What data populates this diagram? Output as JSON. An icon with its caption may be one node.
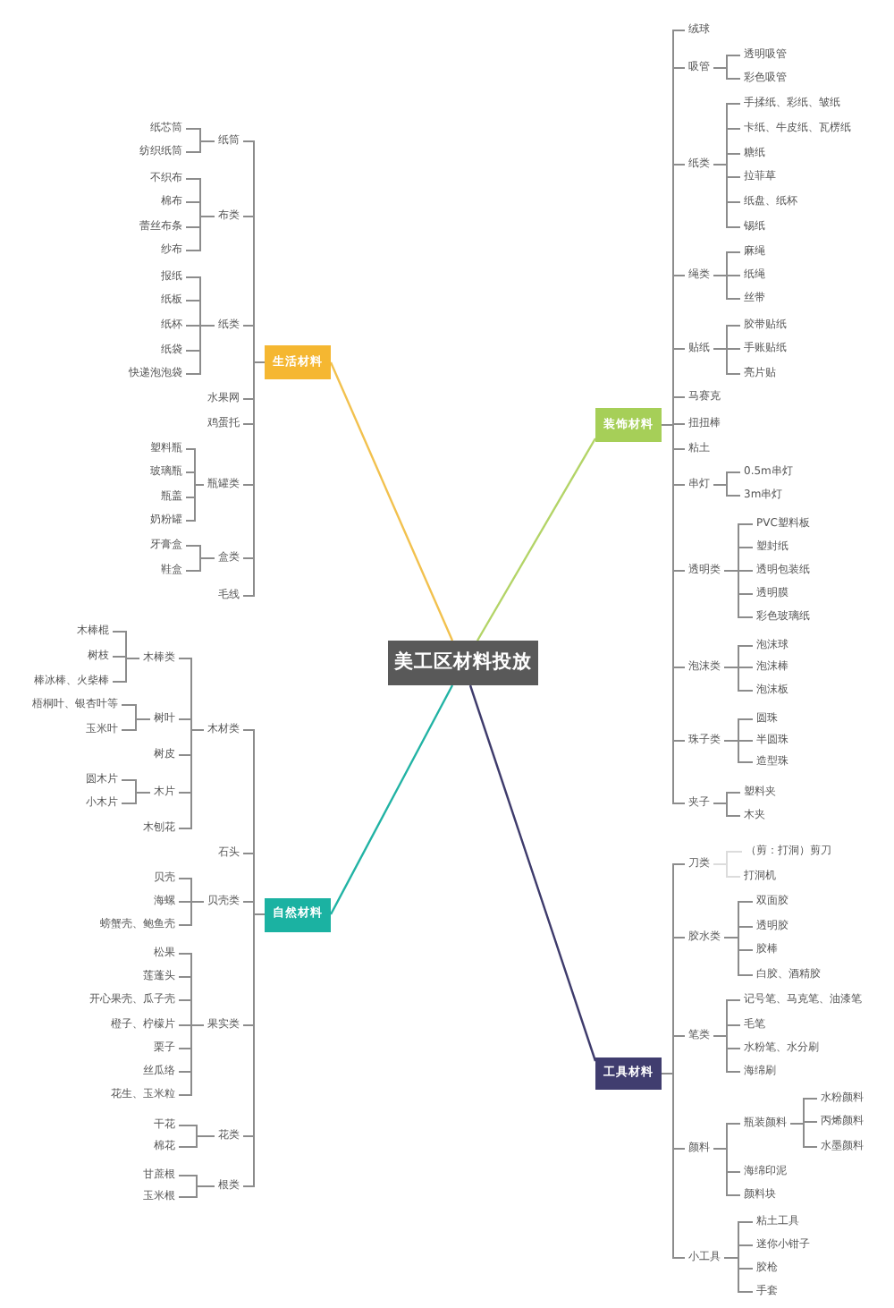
{
  "diagram": {
    "nodes": [
      {
        "text": [
          "美工区材料投放"
        ]
      },
      {
        "text": [
          "生活材料"
        ]
      },
      {
        "text": [
          "纸筒"
        ]
      },
      {
        "text": [
          "纸芯筒"
        ]
      },
      {
        "text": [
          "纺织纸筒"
        ]
      },
      {
        "text": [
          "布类"
        ]
      },
      {
        "text": [
          "不织布"
        ]
      },
      {
        "text": [
          "棉布"
        ]
      },
      {
        "text": [
          "蕾丝布条"
        ]
      },
      {
        "text": [
          "纱布"
        ]
      },
      {
        "text": [
          "纸类"
        ]
      },
      {
        "text": [
          "报纸"
        ]
      },
      {
        "text": [
          "纸板"
        ]
      },
      {
        "text": [
          "纸杯"
        ]
      },
      {
        "text": [
          "纸袋"
        ]
      },
      {
        "text": [
          "快递泡泡袋"
        ]
      },
      {
        "text": [
          "水果网"
        ]
      },
      {
        "text": [
          "鸡蛋托"
        ]
      },
      {
        "text": [
          "瓶罐类"
        ]
      },
      {
        "text": [
          "塑料瓶"
        ]
      },
      {
        "text": [
          "玻璃瓶"
        ]
      },
      {
        "text": [
          "瓶盖"
        ]
      },
      {
        "text": [
          "奶粉罐"
        ]
      },
      {
        "text": [
          "盒类"
        ]
      },
      {
        "text": [
          "牙膏盒"
        ]
      },
      {
        "text": [
          "鞋盒"
        ]
      },
      {
        "text": [
          "毛线"
        ]
      },
      {
        "text": [
          "自然材料"
        ]
      },
      {
        "text": [
          "木材类"
        ]
      },
      {
        "text": [
          "木棒类"
        ]
      },
      {
        "text": [
          "木棒棍"
        ]
      },
      {
        "text": [
          "树枝"
        ]
      },
      {
        "text": [
          "棒冰棒、火柴棒"
        ]
      },
      {
        "text": [
          "树叶"
        ]
      },
      {
        "text": [
          "梧桐叶、银杏叶等"
        ]
      },
      {
        "text": [
          "玉米叶"
        ]
      },
      {
        "text": [
          "树皮"
        ]
      },
      {
        "text": [
          "木片"
        ]
      },
      {
        "text": [
          "圆木片"
        ]
      },
      {
        "text": [
          "小木片"
        ]
      },
      {
        "text": [
          "木刨花"
        ]
      },
      {
        "text": [
          "石头"
        ]
      },
      {
        "text": [
          "贝壳类"
        ]
      },
      {
        "text": [
          "贝壳"
        ]
      },
      {
        "text": [
          "海螺"
        ]
      },
      {
        "text": [
          "螃蟹壳、鲍鱼壳"
        ]
      },
      {
        "text": [
          "果实类"
        ]
      },
      {
        "text": [
          "松果"
        ]
      },
      {
        "text": [
          "莲蓬头"
        ]
      },
      {
        "text": [
          "开心果壳、瓜子壳"
        ]
      },
      {
        "text": [
          "橙子、柠檬片"
        ]
      },
      {
        "text": [
          "栗子"
        ]
      },
      {
        "text": [
          "丝瓜络"
        ]
      },
      {
        "text": [
          "花生、玉米粒"
        ]
      },
      {
        "text": [
          "花类"
        ]
      },
      {
        "text": [
          "干花"
        ]
      },
      {
        "text": [
          "棉花"
        ]
      },
      {
        "text": [
          "根类"
        ]
      },
      {
        "text": [
          "甘蔗根"
        ]
      },
      {
        "text": [
          "玉米根"
        ]
      },
      {
        "text": [
          "装饰材料"
        ]
      },
      {
        "text": [
          "绒球"
        ]
      },
      {
        "text": [
          "吸管"
        ]
      },
      {
        "text": [
          "透明吸管"
        ]
      },
      {
        "text": [
          "彩色吸管"
        ]
      },
      {
        "text": [
          "纸类"
        ]
      },
      {
        "text": [
          "手揉纸、彩纸、皱纸"
        ]
      },
      {
        "text": [
          "卡纸、牛皮纸、瓦楞纸"
        ]
      },
      {
        "text": [
          "糖纸"
        ]
      },
      {
        "text": [
          "拉菲草"
        ]
      },
      {
        "text": [
          "纸盘、纸杯"
        ]
      },
      {
        "text": [
          "锡纸"
        ]
      },
      {
        "text": [
          "绳类"
        ]
      },
      {
        "text": [
          "麻绳"
        ]
      },
      {
        "text": [
          "纸绳"
        ]
      },
      {
        "text": [
          "丝带"
        ]
      },
      {
        "text": [
          "贴纸"
        ]
      },
      {
        "text": [
          "胶带贴纸"
        ]
      },
      {
        "text": [
          "手账贴纸"
        ]
      },
      {
        "text": [
          "亮片贴"
        ]
      },
      {
        "text": [
          "马赛克"
        ]
      },
      {
        "text": [
          "扭扭棒"
        ]
      },
      {
        "text": [
          "粘土"
        ]
      },
      {
        "text": [
          "串灯"
        ]
      },
      {
        "text": [
          "0.5m串灯"
        ]
      },
      {
        "text": [
          "3m串灯"
        ]
      },
      {
        "text": [
          "透明类"
        ]
      },
      {
        "text": [
          "PVC塑料板"
        ]
      },
      {
        "text": [
          "塑封纸"
        ]
      },
      {
        "text": [
          "透明包装纸"
        ]
      },
      {
        "text": [
          "透明膜"
        ]
      },
      {
        "text": [
          "彩色玻璃纸"
        ]
      },
      {
        "text": [
          "泡沫类"
        ]
      },
      {
        "text": [
          "泡沫球"
        ]
      },
      {
        "text": [
          "泡沫棒"
        ]
      },
      {
        "text": [
          "泡沫板"
        ]
      },
      {
        "text": [
          "珠子类"
        ]
      },
      {
        "text": [
          "圆珠"
        ]
      },
      {
        "text": [
          "半圆珠"
        ]
      },
      {
        "text": [
          "造型珠"
        ]
      },
      {
        "text": [
          "夹子"
        ]
      },
      {
        "text": [
          "塑料夹"
        ]
      },
      {
        "text": [
          "木夹"
        ]
      },
      {
        "text": [
          "工具材料"
        ]
      },
      {
        "text": [
          "刀类"
        ]
      },
      {
        "text": [
          "（剪：打洞）剪刀"
        ]
      },
      {
        "text": [
          "打洞机"
        ]
      },
      {
        "text": [
          "胶水类"
        ]
      },
      {
        "text": [
          "双面胶"
        ]
      },
      {
        "text": [
          "透明胶"
        ]
      },
      {
        "text": [
          "胶棒"
        ]
      },
      {
        "text": [
          "白胶、酒精胶"
        ]
      },
      {
        "text": [
          "笔类"
        ]
      },
      {
        "text": [
          "记号笔、马克笔、油漆笔"
        ]
      },
      {
        "text": [
          "毛笔"
        ]
      },
      {
        "text": [
          "水粉笔、水分刷"
        ]
      },
      {
        "text": [
          "海绵刷"
        ]
      },
      {
        "text": [
          "颜料"
        ]
      },
      {
        "text": [
          "瓶装颜料"
        ]
      },
      {
        "text": [
          "水粉颜料"
        ]
      },
      {
        "text": [
          "丙烯颜料"
        ]
      },
      {
        "text": [
          "水墨颜料"
        ]
      },
      {
        "text": [
          "海绵印泥"
        ]
      },
      {
        "text": [
          "颜料块"
        ]
      },
      {
        "text": [
          "小工具"
        ]
      },
      {
        "text": [
          "粘土工具"
        ]
      },
      {
        "text": [
          "迷你小钳子"
        ]
      },
      {
        "text": [
          "胶枪"
        ]
      },
      {
        "text": [
          "手套"
        ]
      }
    ],
    "edges": [
      {
        "from": 0,
        "to": 1,
        "arrow": "none",
        "color": "#f2c14e"
      },
      {
        "from": 1,
        "to": 2,
        "arrow": "none"
      },
      {
        "from": 2,
        "to": 3,
        "arrow": "none"
      },
      {
        "from": 2,
        "to": 4,
        "arrow": "none"
      },
      {
        "from": 1,
        "to": 5,
        "arrow": "none"
      },
      {
        "from": 5,
        "to": 6,
        "arrow": "none"
      },
      {
        "from": 5,
        "to": 7,
        "arrow": "none"
      },
      {
        "from": 5,
        "to": 8,
        "arrow": "none"
      },
      {
        "from": 5,
        "to": 9,
        "arrow": "none"
      },
      {
        "from": 1,
        "to": 10,
        "arrow": "none"
      },
      {
        "from": 10,
        "to": 11,
        "arrow": "none"
      },
      {
        "from": 10,
        "to": 12,
        "arrow": "none"
      },
      {
        "from": 10,
        "to": 13,
        "arrow": "none"
      },
      {
        "from": 10,
        "to": 14,
        "arrow": "none"
      },
      {
        "from": 10,
        "to": 15,
        "arrow": "none"
      },
      {
        "from": 1,
        "to": 16,
        "arrow": "none"
      },
      {
        "from": 1,
        "to": 17,
        "arrow": "none"
      },
      {
        "from": 1,
        "to": 18,
        "arrow": "none"
      },
      {
        "from": 18,
        "to": 19,
        "arrow": "none"
      },
      {
        "from": 18,
        "to": 20,
        "arrow": "none"
      },
      {
        "from": 18,
        "to": 21,
        "arrow": "none"
      },
      {
        "from": 18,
        "to": 22,
        "arrow": "none"
      },
      {
        "from": 1,
        "to": 23,
        "arrow": "none"
      },
      {
        "from": 23,
        "to": 24,
        "arrow": "none"
      },
      {
        "from": 23,
        "to": 25,
        "arrow": "none"
      },
      {
        "from": 1,
        "to": 26,
        "arrow": "none"
      },
      {
        "from": 0,
        "to": 27,
        "arrow": "none",
        "color": "#21b3a4"
      },
      {
        "from": 27,
        "to": 28,
        "arrow": "none"
      },
      {
        "from": 28,
        "to": 29,
        "arrow": "none"
      },
      {
        "from": 29,
        "to": 30,
        "arrow": "none"
      },
      {
        "from": 29,
        "to": 31,
        "arrow": "none"
      },
      {
        "from": 29,
        "to": 32,
        "arrow": "none"
      },
      {
        "from": 28,
        "to": 33,
        "arrow": "none"
      },
      {
        "from": 33,
        "to": 34,
        "arrow": "none"
      },
      {
        "from": 33,
        "to": 35,
        "arrow": "none"
      },
      {
        "from": 28,
        "to": 36,
        "arrow": "none"
      },
      {
        "from": 28,
        "to": 37,
        "arrow": "none"
      },
      {
        "from": 37,
        "to": 38,
        "arrow": "none"
      },
      {
        "from": 37,
        "to": 39,
        "arrow": "none"
      },
      {
        "from": 28,
        "to": 40,
        "arrow": "none"
      },
      {
        "from": 27,
        "to": 41,
        "arrow": "none"
      },
      {
        "from": 27,
        "to": 42,
        "arrow": "none"
      },
      {
        "from": 42,
        "to": 43,
        "arrow": "none"
      },
      {
        "from": 42,
        "to": 44,
        "arrow": "none"
      },
      {
        "from": 42,
        "to": 45,
        "arrow": "none"
      },
      {
        "from": 27,
        "to": 46,
        "arrow": "none"
      },
      {
        "from": 46,
        "to": 47,
        "arrow": "none"
      },
      {
        "from": 46,
        "to": 48,
        "arrow": "none"
      },
      {
        "from": 46,
        "to": 49,
        "arrow": "none"
      },
      {
        "from": 46,
        "to": 50,
        "arrow": "none"
      },
      {
        "from": 46,
        "to": 51,
        "arrow": "none"
      },
      {
        "from": 46,
        "to": 52,
        "arrow": "none"
      },
      {
        "from": 46,
        "to": 53,
        "arrow": "none"
      },
      {
        "from": 27,
        "to": 54,
        "arrow": "none"
      },
      {
        "from": 54,
        "to": 55,
        "arrow": "none"
      },
      {
        "from": 54,
        "to": 56,
        "arrow": "none"
      },
      {
        "from": 27,
        "to": 57,
        "arrow": "none"
      },
      {
        "from": 57,
        "to": 58,
        "arrow": "none"
      },
      {
        "from": 57,
        "to": 59,
        "arrow": "none"
      },
      {
        "from": 0,
        "to": 60,
        "arrow": "none",
        "color": "#b3d467"
      },
      {
        "from": 60,
        "to": 61,
        "arrow": "none"
      },
      {
        "from": 60,
        "to": 62,
        "arrow": "none"
      },
      {
        "from": 62,
        "to": 63,
        "arrow": "none"
      },
      {
        "from": 62,
        "to": 64,
        "arrow": "none"
      },
      {
        "from": 60,
        "to": 65,
        "arrow": "none"
      },
      {
        "from": 65,
        "to": 66,
        "arrow": "none"
      },
      {
        "from": 65,
        "to": 67,
        "arrow": "none"
      },
      {
        "from": 65,
        "to": 68,
        "arrow": "none"
      },
      {
        "from": 65,
        "to": 69,
        "arrow": "none"
      },
      {
        "from": 65,
        "to": 70,
        "arrow": "none"
      },
      {
        "from": 65,
        "to": 71,
        "arrow": "none"
      },
      {
        "from": 60,
        "to": 72,
        "arrow": "none"
      },
      {
        "from": 72,
        "to": 73,
        "arrow": "none"
      },
      {
        "from": 72,
        "to": 74,
        "arrow": "none"
      },
      {
        "from": 72,
        "to": 75,
        "arrow": "none"
      },
      {
        "from": 60,
        "to": 76,
        "arrow": "none"
      },
      {
        "from": 76,
        "to": 77,
        "arrow": "none"
      },
      {
        "from": 76,
        "to": 78,
        "arrow": "none"
      },
      {
        "from": 76,
        "to": 79,
        "arrow": "none"
      },
      {
        "from": 60,
        "to": 80,
        "arrow": "none"
      },
      {
        "from": 60,
        "to": 81,
        "arrow": "none"
      },
      {
        "from": 60,
        "to": 82,
        "arrow": "none"
      },
      {
        "from": 60,
        "to": 83,
        "arrow": "none"
      },
      {
        "from": 83,
        "to": 84,
        "arrow": "none"
      },
      {
        "from": 83,
        "to": 85,
        "arrow": "none"
      },
      {
        "from": 60,
        "to": 86,
        "arrow": "none"
      },
      {
        "from": 86,
        "to": 87,
        "arrow": "none"
      },
      {
        "from": 86,
        "to": 88,
        "arrow": "none"
      },
      {
        "from": 86,
        "to": 89,
        "arrow": "none"
      },
      {
        "from": 86,
        "to": 90,
        "arrow": "none"
      },
      {
        "from": 86,
        "to": 91,
        "arrow": "none"
      },
      {
        "from": 60,
        "to": 92,
        "arrow": "none"
      },
      {
        "from": 92,
        "to": 93,
        "arrow": "none"
      },
      {
        "from": 92,
        "to": 94,
        "arrow": "none"
      },
      {
        "from": 92,
        "to": 95,
        "arrow": "none"
      },
      {
        "from": 60,
        "to": 96,
        "arrow": "none"
      },
      {
        "from": 96,
        "to": 97,
        "arrow": "none"
      },
      {
        "from": 96,
        "to": 98,
        "arrow": "none"
      },
      {
        "from": 96,
        "to": 99,
        "arrow": "none"
      },
      {
        "from": 60,
        "to": 100,
        "arrow": "none"
      },
      {
        "from": 100,
        "to": 101,
        "arrow": "none"
      },
      {
        "from": 100,
        "to": 102,
        "arrow": "none"
      },
      {
        "from": 0,
        "to": 103,
        "arrow": "none",
        "color": "#3e3b6c"
      },
      {
        "from": 103,
        "to": 104,
        "arrow": "none"
      },
      {
        "from": 104,
        "to": 105,
        "arrow": "none",
        "color": "#dcdcdc"
      },
      {
        "from": 104,
        "to": 106,
        "arrow": "none",
        "color": "#dcdcdc"
      },
      {
        "from": 103,
        "to": 107,
        "arrow": "none"
      },
      {
        "from": 107,
        "to": 108,
        "arrow": "none"
      },
      {
        "from": 107,
        "to": 109,
        "arrow": "none"
      },
      {
        "from": 107,
        "to": 110,
        "arrow": "none"
      },
      {
        "from": 107,
        "to": 111,
        "arrow": "none"
      },
      {
        "from": 103,
        "to": 112,
        "arrow": "none"
      },
      {
        "from": 112,
        "to": 113,
        "arrow": "none"
      },
      {
        "from": 112,
        "to": 114,
        "arrow": "none"
      },
      {
        "from": 112,
        "to": 115,
        "arrow": "none"
      },
      {
        "from": 112,
        "to": 116,
        "arrow": "none"
      },
      {
        "from": 103,
        "to": 117,
        "arrow": "none"
      },
      {
        "from": 117,
        "to": 118,
        "arrow": "none"
      },
      {
        "from": 118,
        "to": 119,
        "arrow": "none"
      },
      {
        "from": 118,
        "to": 120,
        "arrow": "none"
      },
      {
        "from": 118,
        "to": 121,
        "arrow": "none"
      },
      {
        "from": 117,
        "to": 122,
        "arrow": "none"
      },
      {
        "from": 117,
        "to": 123,
        "arrow": "none"
      },
      {
        "from": 103,
        "to": 124,
        "arrow": "none"
      },
      {
        "from": 124,
        "to": 125,
        "arrow": "none"
      },
      {
        "from": 124,
        "to": 126,
        "arrow": "none"
      },
      {
        "from": 124,
        "to": 127,
        "arrow": "none"
      },
      {
        "from": 124,
        "to": 128,
        "arrow": "none"
      }
    ]
  }
}
